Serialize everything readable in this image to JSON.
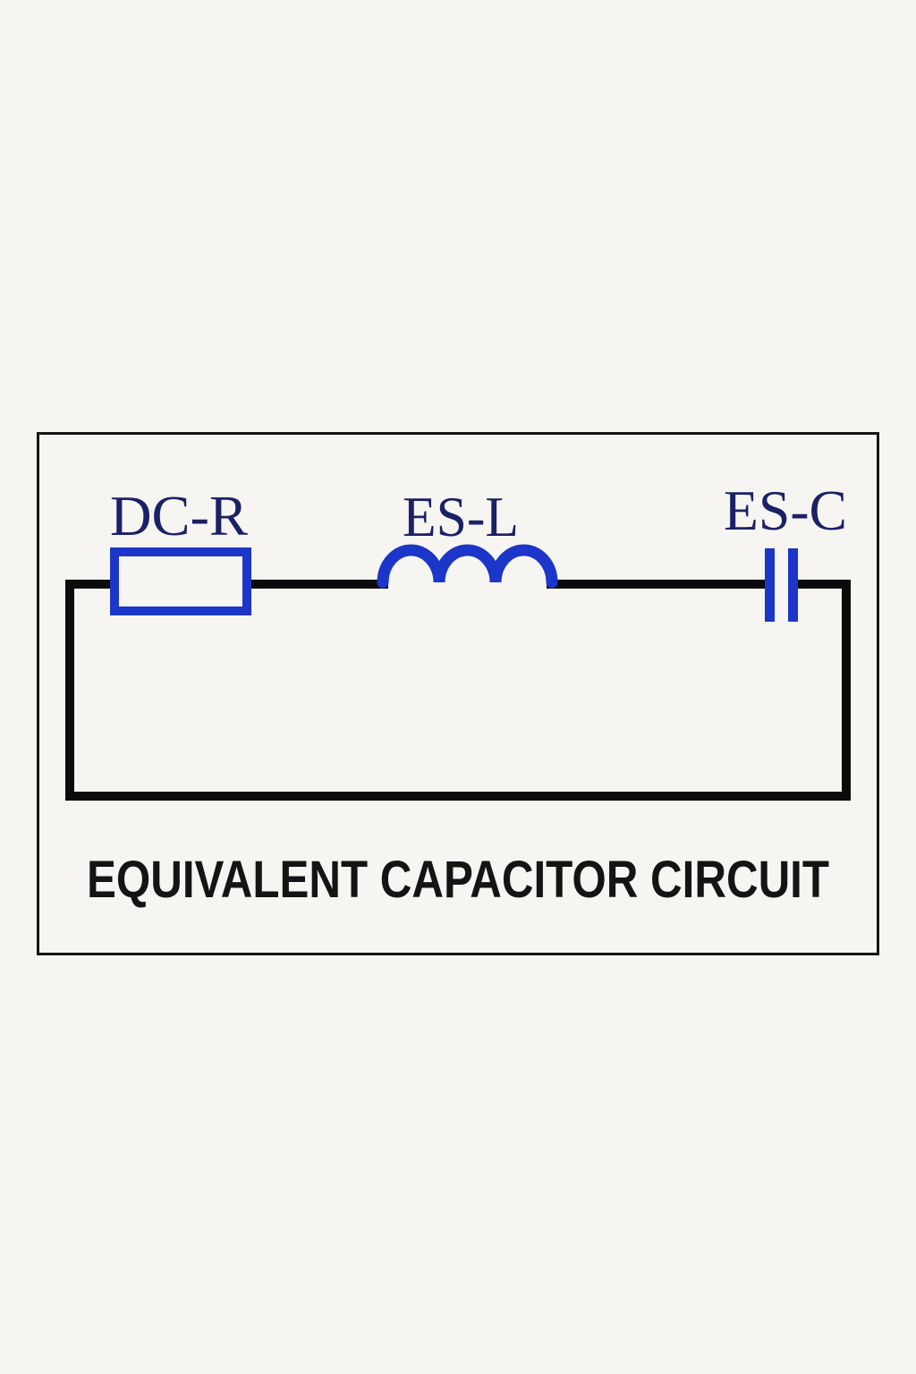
{
  "diagram": {
    "title": "EQUIVALENT CAPACITOR CIRCUIT",
    "kind": "equivalent-series-circuit",
    "components": [
      {
        "id": "dc-r",
        "label": "DC-R",
        "symbol": "resistor"
      },
      {
        "id": "es-l",
        "label": "ES-L",
        "symbol": "inductor"
      },
      {
        "id": "es-c",
        "label": "ES-C",
        "symbol": "capacitor"
      }
    ],
    "topology": "series loop: resistor -> inductor -> capacitor"
  },
  "colors": {
    "background": "#f7f5f1",
    "box_border": "#161616",
    "wire": "#0b0b0b",
    "component_blue": "#1c36c9",
    "label_navy": "#1b2166",
    "title_black": "#141414"
  }
}
